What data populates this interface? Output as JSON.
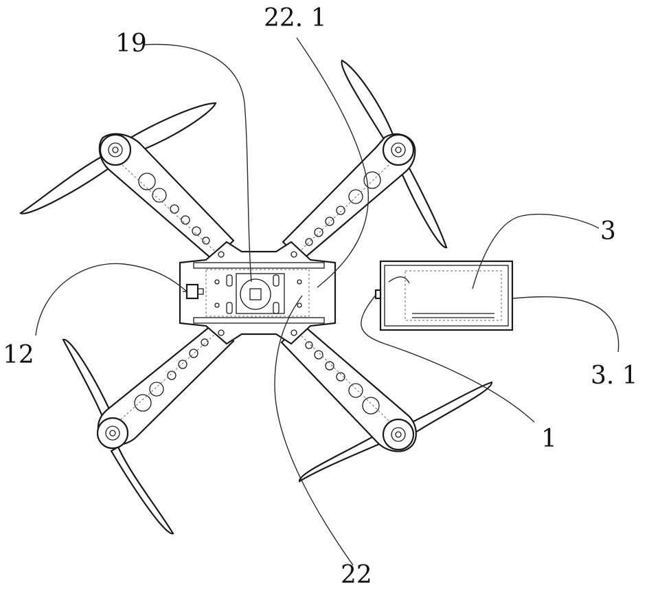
{
  "labels": {
    "l19": "19",
    "l22_1": "22. 1",
    "l3": "3",
    "l12": "12",
    "l3_1": "3. 1",
    "l1": "1",
    "l22": "22"
  }
}
